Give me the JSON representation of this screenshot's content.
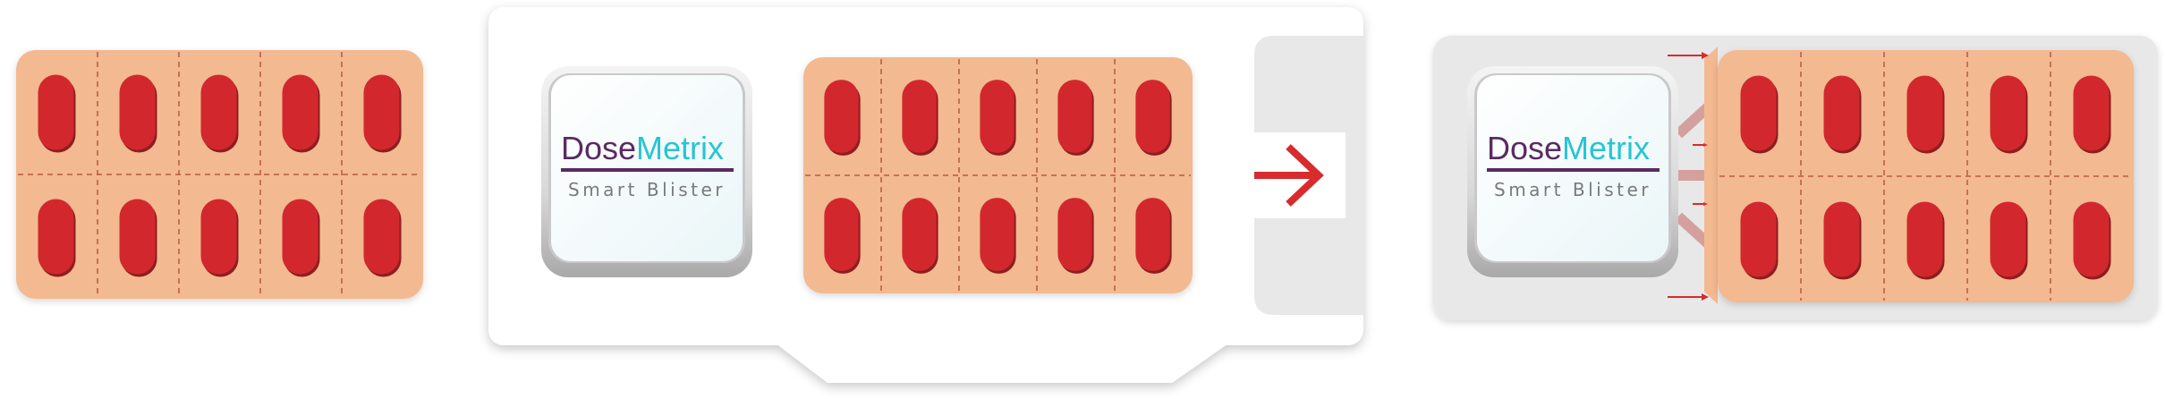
{
  "brand": {
    "name_part1": "Dose",
    "name_part2": "Metrix",
    "tagline": "Smart Blister"
  },
  "colors": {
    "blister_bg": "#F3B991",
    "pill": "#D2282D",
    "pill_shadow": "#8E1E1F",
    "perforation": "#B85A42",
    "arrow": "#D72B2E",
    "device_frame": "#FFFFFF",
    "device_tray": "#E8E8E8",
    "brand_purple": "#5A2A62",
    "brand_cyan": "#27C5D3",
    "tagline_gray": "#7A7A7A"
  },
  "blister": {
    "rows": 2,
    "cols": 5
  },
  "panels": [
    {
      "id": "standalone-blister"
    },
    {
      "id": "device-with-blister-outside"
    },
    {
      "id": "device-with-blister-inserted"
    }
  ]
}
